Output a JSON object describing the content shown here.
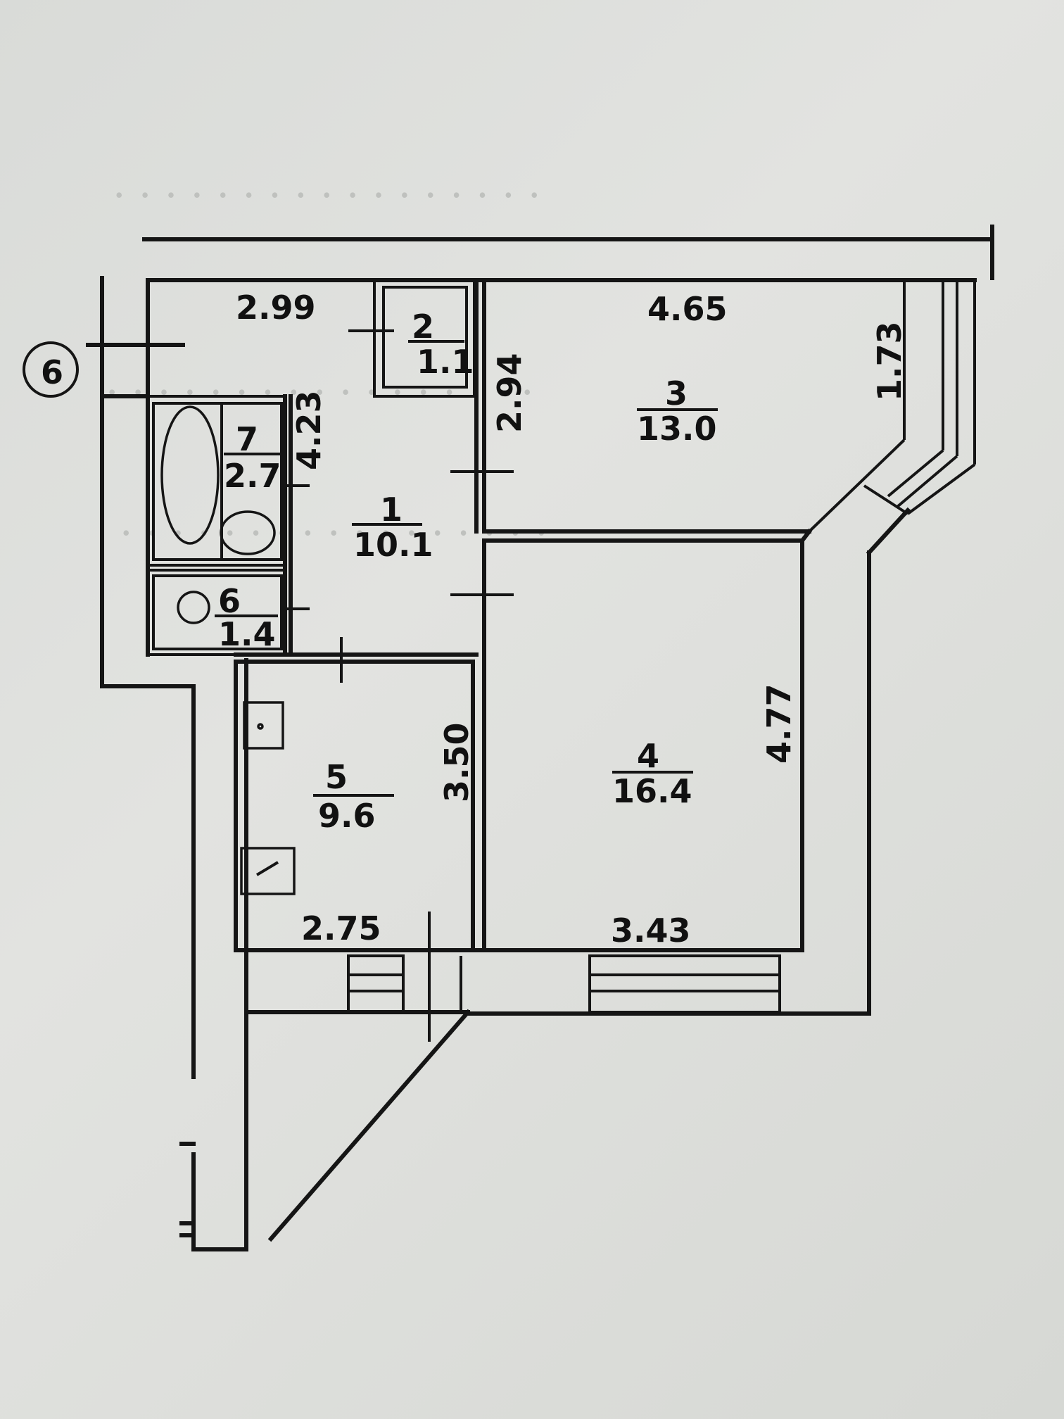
{
  "rooms": [
    {
      "number": "1",
      "area": "10.1"
    },
    {
      "number": "2",
      "area": "1.1"
    },
    {
      "number": "3",
      "area": "13.0"
    },
    {
      "number": "4",
      "area": "16.4"
    },
    {
      "number": "5",
      "area": "9.6"
    },
    {
      "number": "6",
      "area": "1.4"
    },
    {
      "number": "7",
      "area": "2.7"
    }
  ],
  "dimensions": {
    "d_2_99": "2.99",
    "d_4_65": "4.65",
    "d_1_73": "1.73",
    "d_2_94": "2.94",
    "d_4_23": "4.23",
    "d_3_50": "3.50",
    "d_4_77": "4.77",
    "d_2_75": "2.75",
    "d_3_43": "3.43"
  },
  "marker": {
    "symbol": "6"
  }
}
